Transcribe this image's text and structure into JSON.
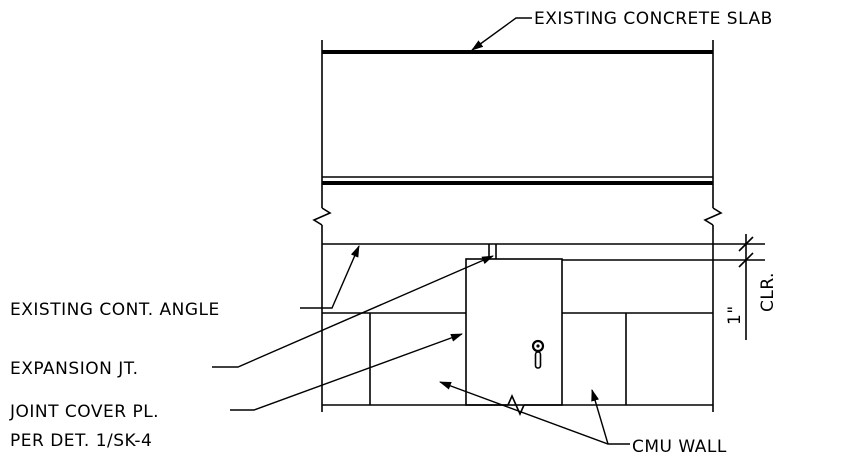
{
  "labels": {
    "slab": "EXISTING CONCRETE SLAB",
    "angle": "EXISTING CONT. ANGLE",
    "expansion": "EXPANSION JT.",
    "cover_line1": "JOINT COVER PL.",
    "cover_line2": "PER DET. 1/SK-4",
    "cmu": "CMU WALL",
    "dim_value": "1\"",
    "dim_note": "CLR."
  }
}
